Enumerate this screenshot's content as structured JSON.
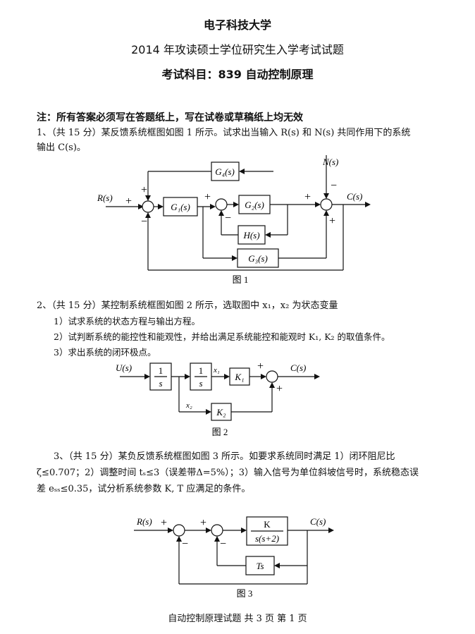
{
  "header": {
    "university": "电子科技大学",
    "exam_title": "2014 年攻读硕士学位研究生入学考试试题",
    "subject": "考试科目：839  自动控制原理"
  },
  "note": "注：所有答案必须写在答题纸上，写在试卷或草稿纸上均无效",
  "q1": {
    "line1": "1、（共 15 分）某反馈系统框图如图 1 所示。试求出当输入 R(s) 和 N(s) 共同作用下的系统",
    "line2": "输出 C(s)。",
    "figure": {
      "R": "R(s)",
      "N": "N(s)",
      "C": "C(s)",
      "G1": "G₁(s)",
      "G2": "G₂(s)",
      "G3": "G₃(s)",
      "G4": "G₄(s)",
      "H": "H(s)",
      "plus": "+",
      "minus": "−",
      "caption": "图 1"
    }
  },
  "q2": {
    "line1": "2、（共 15 分）某控制系统框图如图 2 所示，选取图中 x₁，x₂ 为状态变量",
    "items": [
      "1）试求系统的状态方程与输出方程。",
      "2）试判断系统的能控性和能观性，并给出满足系统能控和能观时 K₁, K₂ 的取值条件。",
      "3）求出系统的闭环极点。"
    ],
    "figure": {
      "U": "U(s)",
      "C": "C(s)",
      "num": "1",
      "den": "s",
      "x1": "x₁",
      "x2": "x₂",
      "K1": "K₁",
      "K2": "K₂",
      "plus": "+",
      "caption": "图 2"
    }
  },
  "q3": {
    "line1": "3、（共 15 分）某负反馈系统框图如图 3 所示。如要求系统同时满足 1）闭环阻尼比",
    "line2": "ζ≤0.707；2）调整时间 tₛ≤3（误差带Δ=5%）；3）输入信号为单位斜坡信号时，系统稳态误",
    "line3": "差 eₛₛ≤0.35，试分析系统参数 K, T 应满足的条件。",
    "figure": {
      "R": "R(s)",
      "C": "C(s)",
      "num": "K",
      "den": "s(s+2)",
      "fb": "Ts",
      "plus": "+",
      "minus": "−",
      "caption": "图 3"
    }
  },
  "footer": "自动控制原理试题  共 3 页  第 1 页"
}
